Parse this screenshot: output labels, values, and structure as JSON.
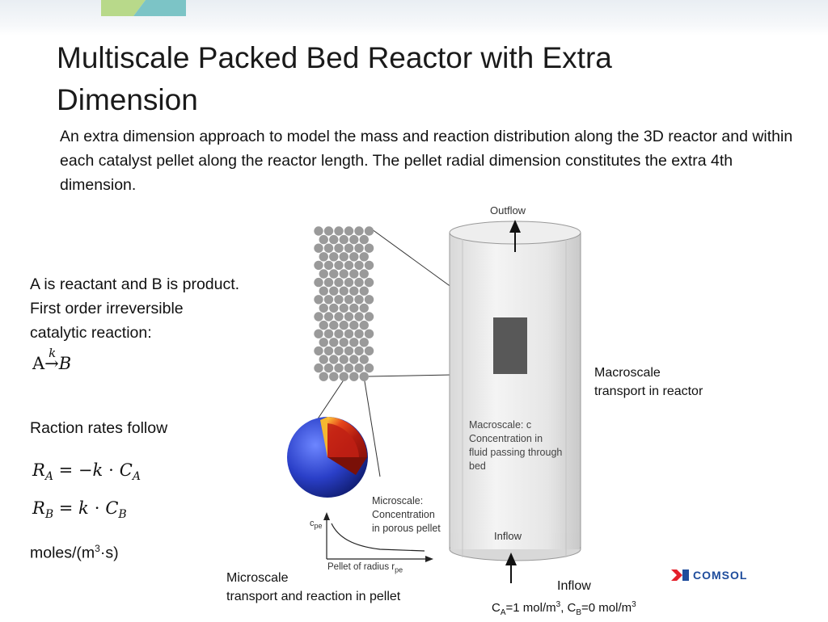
{
  "slide": {
    "title": "Multiscale Packed Bed Reactor with Extra Dimension",
    "intro": "An extra dimension approach to model the mass and reaction distribution along the 3D reactor and within each catalyst pellet along the reactor length. The pellet radial dimension constitutes the extra 4th dimension."
  },
  "reaction": {
    "line1": "A is reactant and B is product.",
    "line2": "First order irreversible",
    "line3": "catalytic reaction:",
    "eq_left": "A",
    "eq_k": "k",
    "eq_arrow": "→",
    "eq_right": "B",
    "rates_heading": "Raction rates follow",
    "ra_R": "R",
    "ra_sub": "A",
    "ra_rhs": " = −k ⋅ C",
    "ra_rhs_sub": "A",
    "rb_R": "R",
    "rb_sub": "B",
    "rb_rhs": " = k ⋅ C",
    "rb_rhs_sub": "B",
    "units_pre": "moles/(m",
    "units_sup": "3",
    "units_post": "·s)"
  },
  "figure": {
    "outflow": "Outflow",
    "inflow": "Inflow",
    "macro_in_cyl_1": "Macroscale: c",
    "macro_in_cyl_2": "Concentration in",
    "macro_in_cyl_3": "fluid passing through",
    "macro_in_cyl_4": "bed",
    "micro_1": "Microscale:",
    "micro_2": "Concentration",
    "micro_3": "in porous pellet",
    "cpe": "c",
    "cpe_sub": "pe",
    "pellet_radius": "Pellet of radius r",
    "pellet_radius_sub": "pe"
  },
  "captions": {
    "macro_1": "Macroscale",
    "macro_2": "transport in reactor",
    "micro_1": "Microscale",
    "micro_2": "transport and reaction in pellet",
    "inflow_title": "Inflow",
    "bc_c1": "C",
    "bc_c1_sub": "A",
    "bc_c1_val": "=1 mol/m",
    "bc_c1_sup": "3",
    "bc_sep": ", C",
    "bc_c2_sub": "B",
    "bc_c2_val": "=0 mol/m",
    "bc_c2_sup": "3"
  },
  "logo": {
    "text": "COMSOL"
  },
  "colors": {
    "brand_red": "#e4202b",
    "brand_blue": "#1e4c9c",
    "pellet_blue": "#2a3fc8",
    "pellet_red": "#c8281c"
  }
}
